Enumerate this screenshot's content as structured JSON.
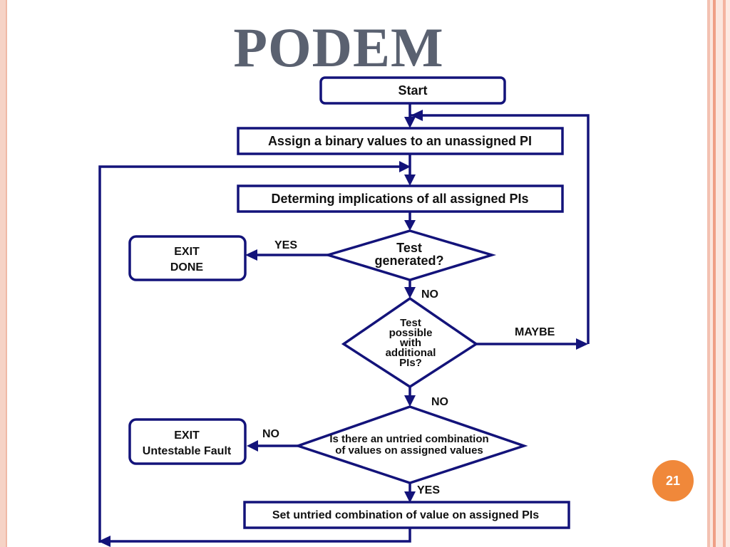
{
  "title": "PODEM",
  "colors": {
    "title": "#5a6170",
    "line": "#13137a",
    "badge": "#f0883a"
  },
  "page_number": "21",
  "flowchart": {
    "start": "Start",
    "assign": "Assign a binary values to an unassigned PI",
    "implications": "Determing implications of all assigned PIs",
    "test_generated": {
      "line1": "Test",
      "line2": "generated?"
    },
    "exit_done": {
      "line1": "EXIT",
      "line2": "DONE"
    },
    "test_possible": {
      "line1": "Test",
      "line2": "possible",
      "line3": "with",
      "line4": "additional",
      "line5": "PIs?"
    },
    "untried_combination": {
      "line1": "Is there an untried combination",
      "line2": "of values on assigned values"
    },
    "exit_untestable": {
      "line1": "EXIT",
      "line2": "Untestable Fault"
    },
    "set_untried": "Set untried combination of value on assigned PIs",
    "labels": {
      "yes_1": "YES",
      "no_1": "NO",
      "maybe": "MAYBE",
      "no_2": "NO",
      "no_3": "NO",
      "yes_2": "YES"
    }
  }
}
